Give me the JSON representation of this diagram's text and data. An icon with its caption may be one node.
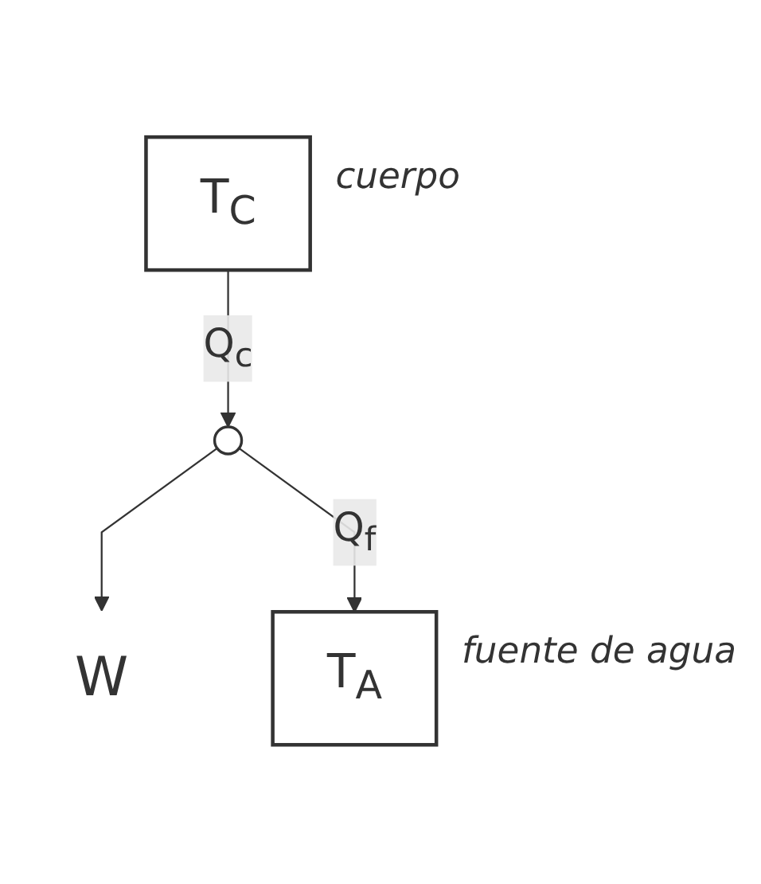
{
  "diagram": {
    "nodes": [
      {
        "text": [
          "T$_{C}$"
        ],
        "beside": [
          "cuerpo"
        ]
      },
      {
        "text": [],
        "shape": "circle"
      },
      {
        "text": [
          "T$_{A}$"
        ],
        "beside": [
          "fuente de agua"
        ]
      },
      {
        "text": [
          "W"
        ]
      }
    ],
    "edges": [
      {
        "from": 0,
        "to": 1,
        "arrow": "to",
        "label": "Q$_{c}$"
      },
      {
        "from": 1,
        "to": 3,
        "arrow": "to"
      },
      {
        "from": 1,
        "to": 2,
        "arrow": "to",
        "label": "Q$_{f}$"
      }
    ]
  }
}
